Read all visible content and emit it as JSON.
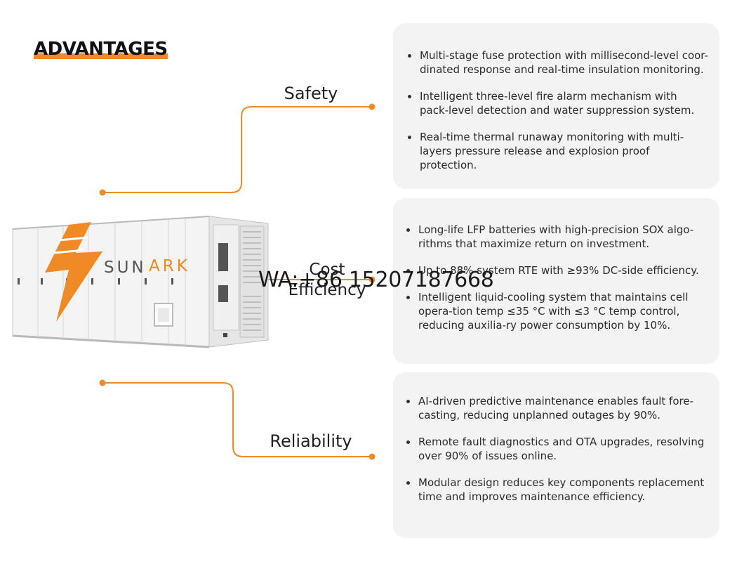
{
  "heading": "ADVANTAGES",
  "labels": {
    "safety": "Safety",
    "cost_line1": "Cost",
    "cost_line2": "Efficiency",
    "reliability": "Reliability"
  },
  "brand": {
    "name_left": "SUN",
    "name_right": "ARK",
    "accent_color": "#f08a24"
  },
  "watermark": "WA:+86 15207187668",
  "panels": {
    "safety": [
      "Multi-stage fuse protection with millisecond-level coor-dinated response and real-time insulation monitoring.",
      "Intelligent three-level fire alarm mechanism with pack-level detection and water suppression system.",
      "Real-time thermal runaway monitoring with multi-layers pressure release and explosion proof protection."
    ],
    "cost": [
      "Long-life LFP batteries with high-precision SOX algo-rithms that maximize return on investment.",
      "Up to 88% system RTE with ≥93% DC-side efficiency.",
      "Intelligent liquid-cooling system that maintains cell opera-tion temp ≤35 °C with ≤3 °C temp control, reducing auxilia-ry power consumption by 10%."
    ],
    "reliability": [
      "AI-driven predictive maintenance enables fault fore-casting, reducing unplanned outages by 90%.",
      "Remote fault diagnostics and OTA upgrades, resolving over 90% of issues online.",
      "Modular design reduces key components replacement time and improves maintenance efficiency."
    ]
  }
}
